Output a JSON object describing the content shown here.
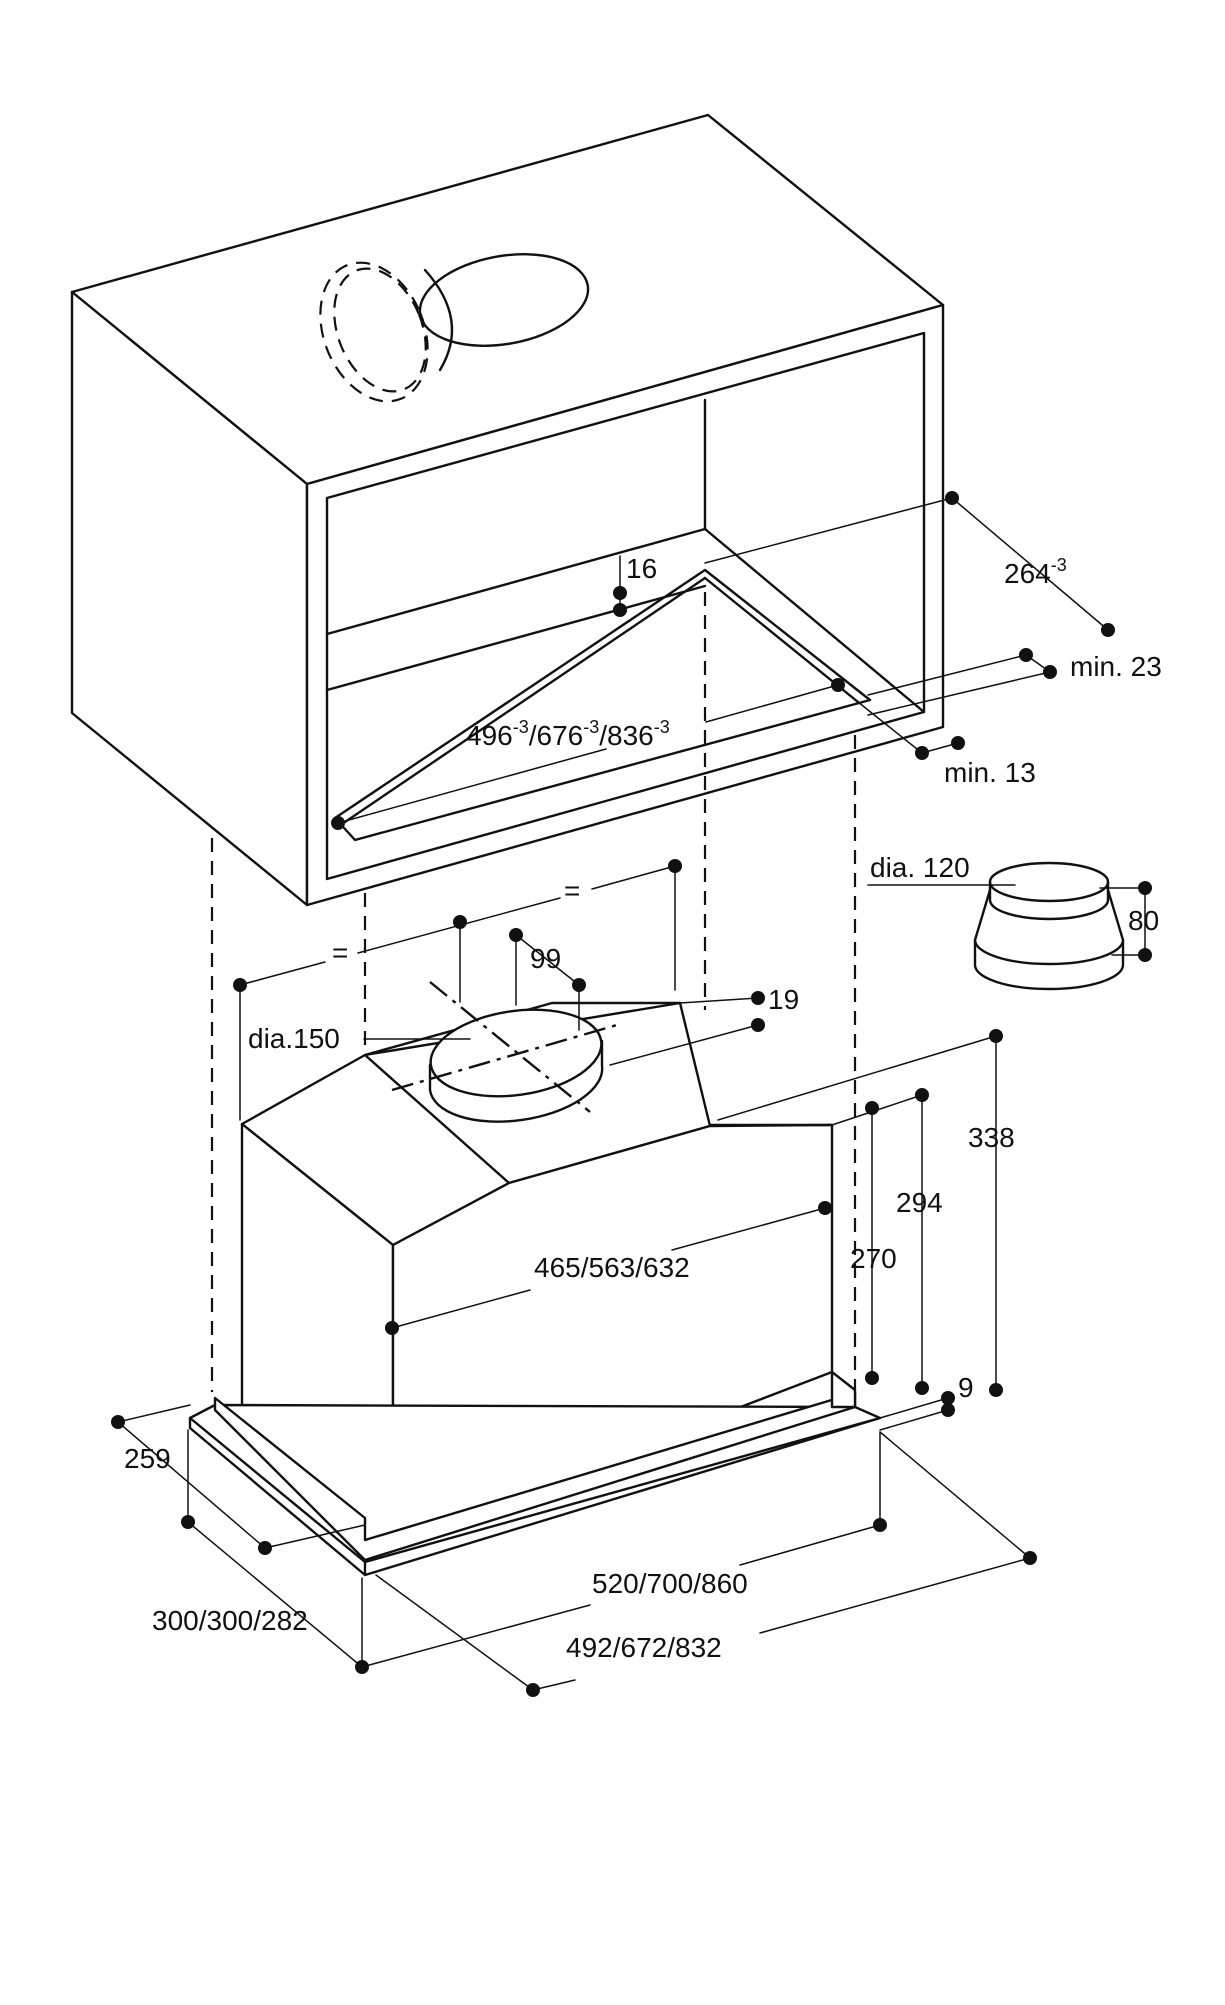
{
  "labels": {
    "d16": "16",
    "d264": "264",
    "d264_sup": "-3",
    "min23": "min. 23",
    "min13": "min. 13",
    "w496": "496",
    "w496_sup": "-3",
    "w676": "/676",
    "w676_sup": "-3",
    "w836": "/836",
    "w836_sup": "-3",
    "eq1": "=",
    "eq2": "=",
    "d99": "99",
    "d19": "19",
    "dia150": "dia.150",
    "dia120": "dia. 120",
    "d80": "80",
    "d338": "338",
    "d294": "294",
    "d270": "270",
    "d465": "465/563/632",
    "d9": "9",
    "d259": "259",
    "d300": "300/300/282",
    "d520": "520/700/860",
    "d492": "492/672/832"
  }
}
